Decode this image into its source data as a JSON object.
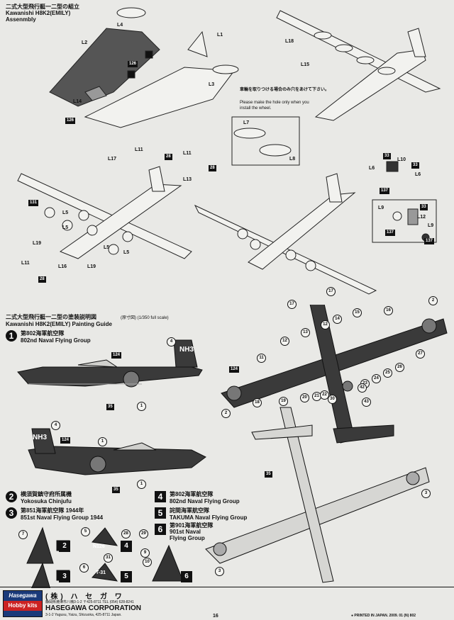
{
  "assembly": {
    "title_jp": "二式大型飛行艇一二型の組立",
    "title_en": "Kawanishi H8K2(EMILY)",
    "title_en2": "Assenmbly",
    "wheel_note_jp": "車輪を取りつける場合のみ穴をあけて下さい。",
    "wheel_note_en": "Please make the hole only when you install the wheel.",
    "part_labels": {
      "L1": "L1",
      "L2": "L2",
      "L3": "L3",
      "L4": "L4",
      "L5": "L5",
      "L6": "L6",
      "L7": "L7",
      "L8": "L8",
      "L9": "L9",
      "L10": "L10",
      "L11": "L11",
      "L12": "L12",
      "L13": "L13",
      "L14": "L14",
      "L15": "L15",
      "L16": "L16",
      "L17": "L17",
      "L18": "L18",
      "L19": "L19"
    },
    "parts_numbers": {
      "p126": "126",
      "p131": "131",
      "p137": "137",
      "p28": "28",
      "p33": "33"
    }
  },
  "painting": {
    "title_jp": "二式大型飛行艇一二型の塗装説明図",
    "scale_note": "(原寸図) (1/350 full scale)",
    "title_en": "Kawanishi H8K2(EMILY) Painting Guide",
    "groups": [
      {
        "num": "1",
        "jp": "第802海軍航空隊",
        "en": "802nd Naval Flying Group"
      },
      {
        "num": "2",
        "jp": "横須賀鎮守府所属機",
        "en": "Yokosuka Chinjufu"
      },
      {
        "num": "3",
        "jp": "第851海軍航空隊 1944年",
        "en": "851st Naval Flying Group 1944"
      },
      {
        "num": "4",
        "jp": "第802海軍航空隊",
        "en": "802nd Naval Flying Group"
      },
      {
        "num": "5",
        "jp": "詫間海軍航空隊",
        "en": "TAKUMA Naval Flying Group"
      },
      {
        "num": "6",
        "jp": "第901海軍航空隊",
        "en": "901st Naval",
        "en2": "Flying Group"
      }
    ],
    "callouts": {
      "c1": "1",
      "c2": "2",
      "c3": "3",
      "c4": "4",
      "c5": "5",
      "c6": "6",
      "c7": "7",
      "c9": "9",
      "c10": "10",
      "c11": "11",
      "c12": "12",
      "c13": "13",
      "c14": "14",
      "c15": "15",
      "c16": "16",
      "c17": "17",
      "c18": "18",
      "c19": "19",
      "c20": "20",
      "c21": "21",
      "c22": "22",
      "c23": "23",
      "c24": "24",
      "c25": "25",
      "c26": "26",
      "c27": "27",
      "c28": "28",
      "c29": "29",
      "c30": "30",
      "c31": "31",
      "c35": "35",
      "c42": "42",
      "c43": "43",
      "c124": "124"
    },
    "tail_codes": {
      "nh3": "NH3",
      "n126": "N126",
      "t31": "T-31"
    }
  },
  "footer": {
    "brand_line1": "Hasegawa",
    "brand_line2": "Hobby kits",
    "company_jp": "(株) ハ セ ガ ワ",
    "company_jp_addr": "静岡県焼津市八楠3-1-2 〒425-8711 TEL (054) 628-8241",
    "company_en": "HASEGAWA CORPORATION",
    "company_en_addr": "3-1-2 Yagusu, Yaizu, Shizuoka, 425-8711 Japan.",
    "printed": "PRINTED IN JAPAN. 2009. 01 (N) 802",
    "page": "16"
  }
}
